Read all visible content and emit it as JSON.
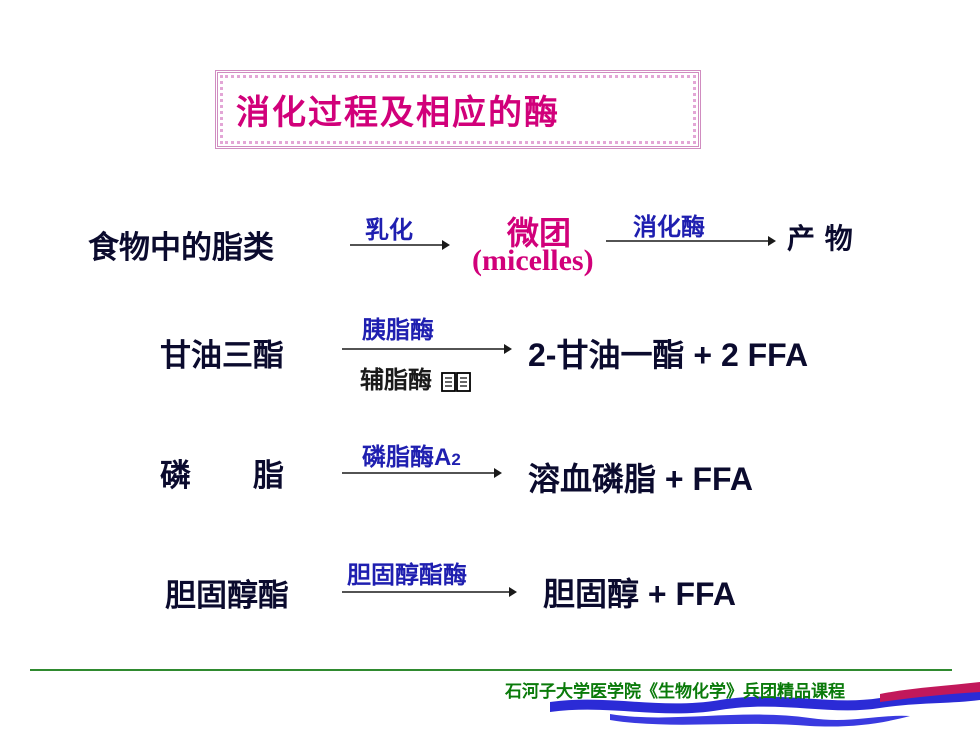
{
  "title": "消化过程及相应的酶",
  "row1": {
    "source": "食物中的脂类",
    "step1_enzyme": "乳化",
    "middle": "微团",
    "middle_en": "(micelles)",
    "step2_enzyme": "消化酶",
    "product": "产 物"
  },
  "row2": {
    "source": "甘油三酯",
    "enzyme": "胰脂酶",
    "cofactor": "辅脂酶",
    "product_prefix": "2-",
    "product_main": "甘油一酯",
    "product_suffix": " + 2 FFA"
  },
  "row3": {
    "source": "磷　　脂",
    "enzyme_main": "磷脂酶",
    "enzyme_suffix": "A",
    "enzyme_sub": "2",
    "product_main": "溶血磷脂",
    "product_suffix": " + FFA"
  },
  "row4": {
    "source": "胆固醇酯",
    "enzyme": "胆固醇酯酶",
    "product_main": "胆固醇",
    "product_suffix": " + FFA"
  },
  "footer": "石河子大学医学院《生物化学》兵团精品课程",
  "colors": {
    "title": "#d1007a",
    "enzyme": "#1f1fb0",
    "micelle": "#d1007a",
    "footer": "#0a7a0a"
  },
  "icons": [
    "arrow-right-icon",
    "book-icon",
    "wave-decoration"
  ]
}
